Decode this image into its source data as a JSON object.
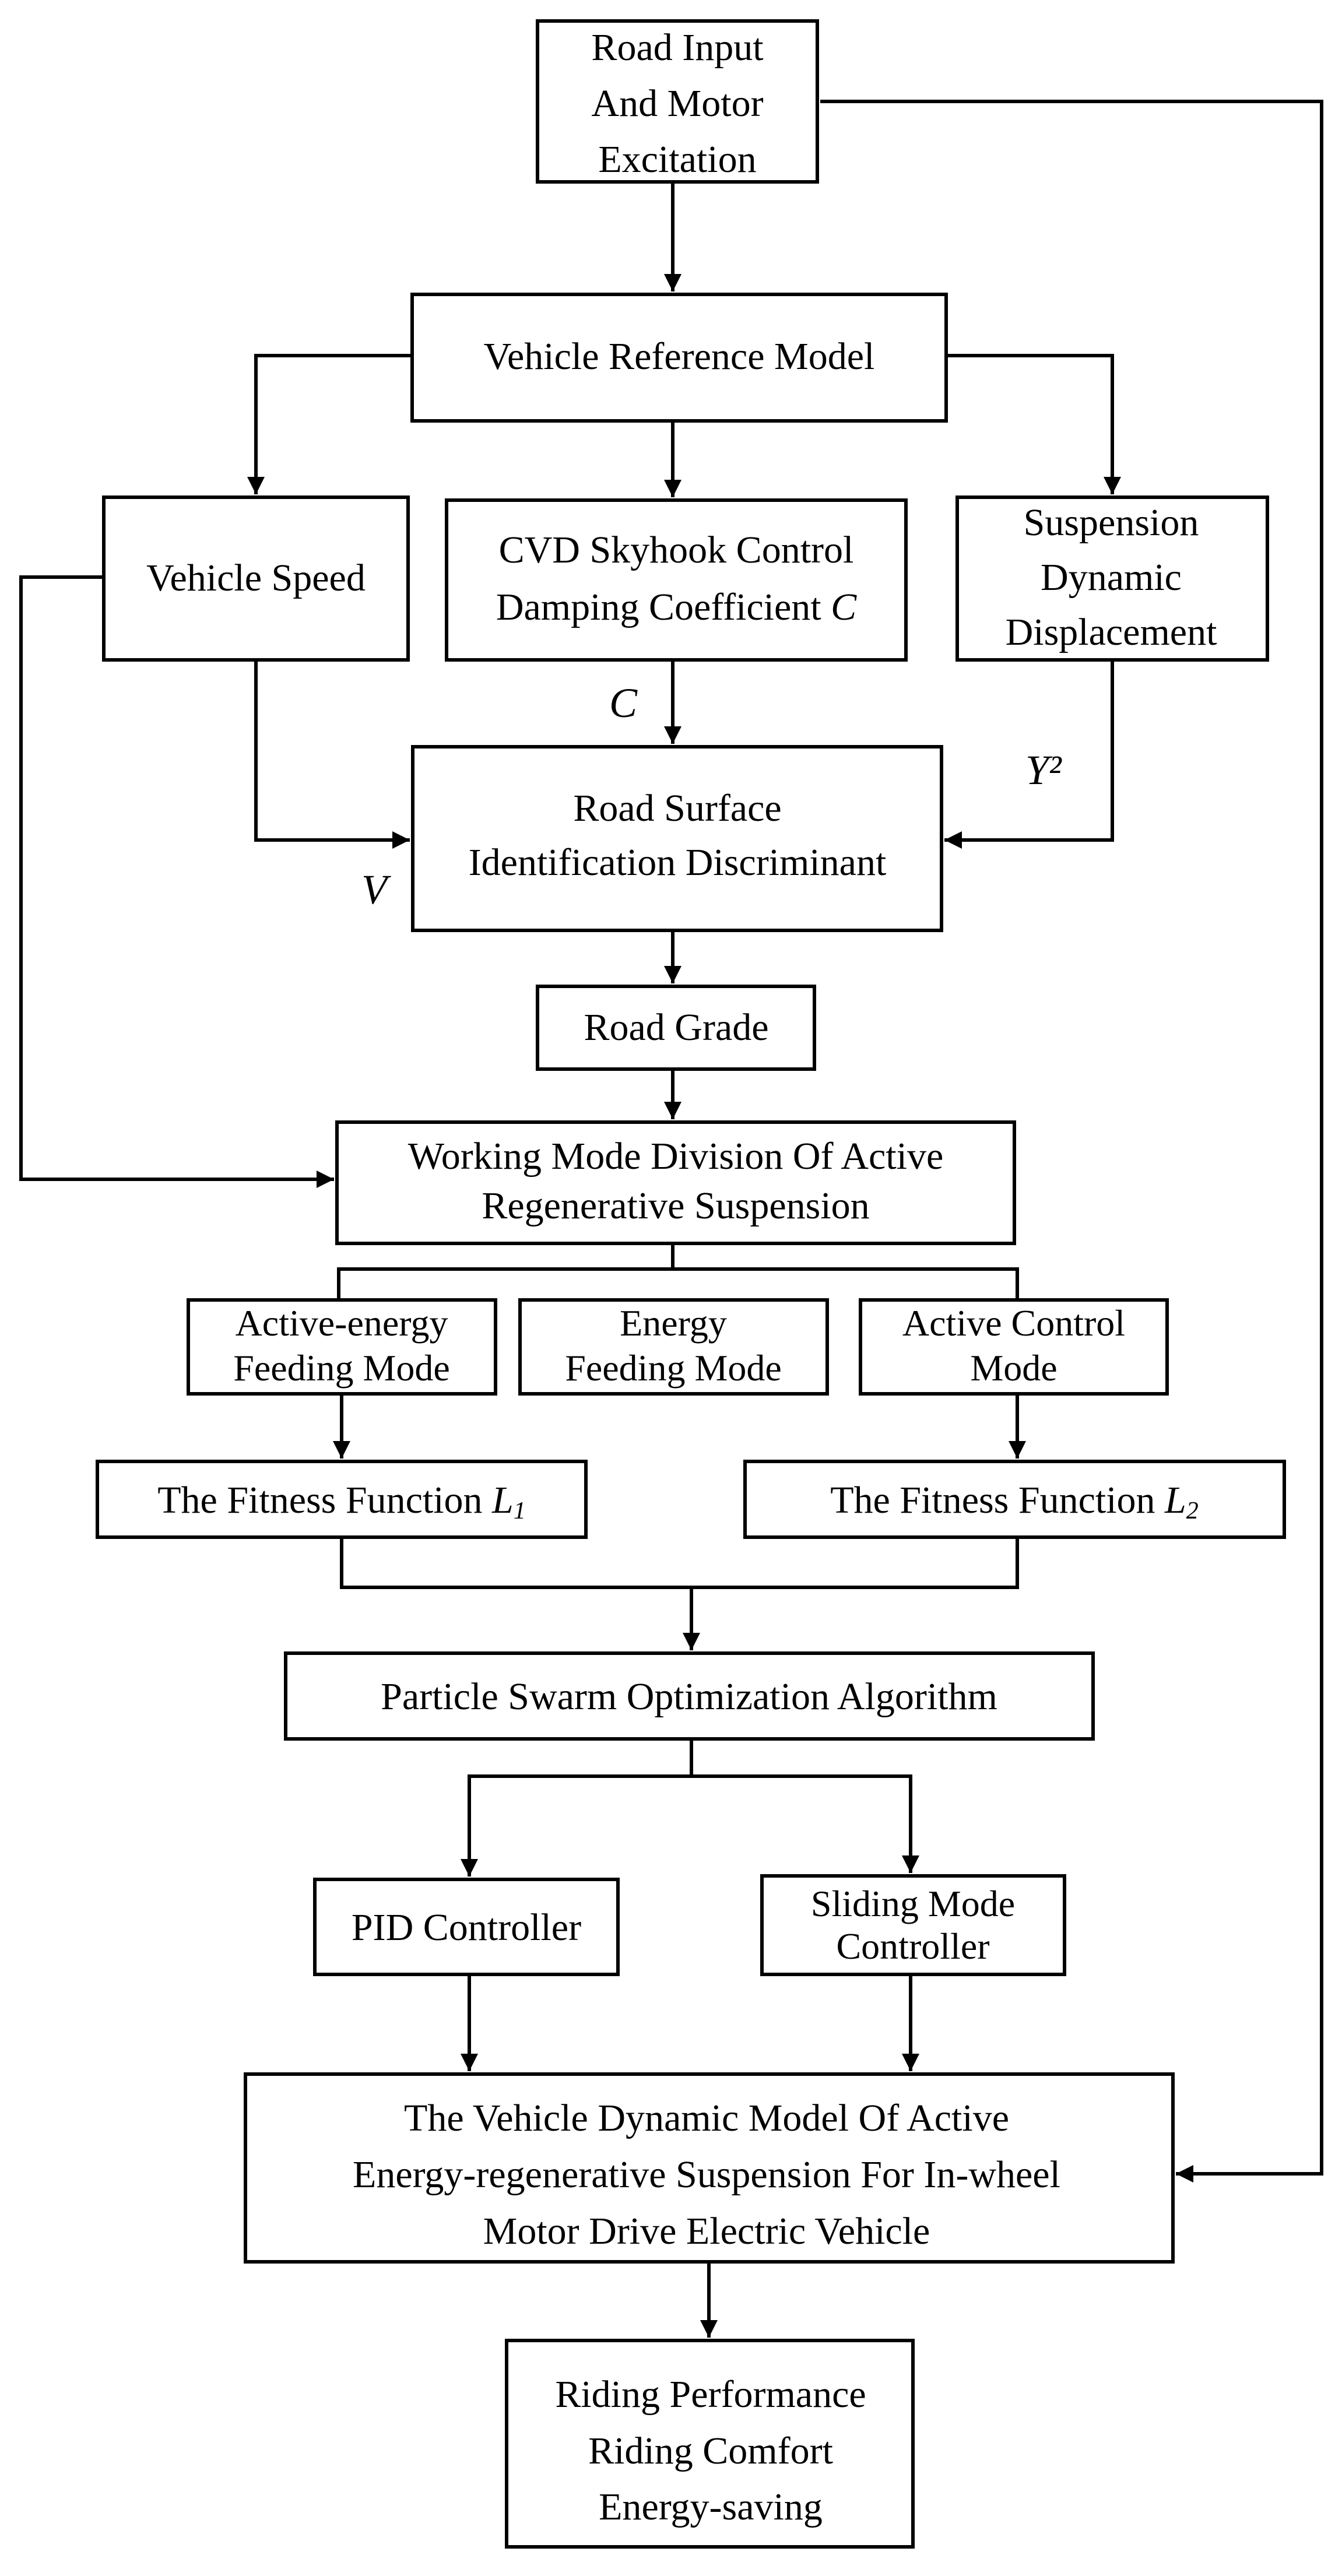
{
  "nodes": {
    "input": {
      "lines": [
        "Road Input",
        "And Motor",
        "Excitation"
      ]
    },
    "reference": {
      "lines": [
        "Vehicle Reference Model"
      ]
    },
    "speed": {
      "lines": [
        "Vehicle Speed"
      ]
    },
    "cvd": {
      "line1": "CVD Skyhook Control",
      "line2": "Damping Coefficient ",
      "line2_var": "C"
    },
    "suspension": {
      "lines": [
        "Suspension",
        "Dynamic",
        "Displacement"
      ]
    },
    "discriminant": {
      "lines": [
        "Road Surface",
        "Identification Discriminant"
      ]
    },
    "grade": {
      "lines": [
        "Road Grade"
      ]
    },
    "division": {
      "lines": [
        "Working Mode Division Of Active",
        "Regenerative Suspension"
      ]
    },
    "active_energy": {
      "lines": [
        "Active-energy",
        "Feeding Mode"
      ]
    },
    "energy": {
      "lines": [
        "Energy",
        "Feeding Mode"
      ]
    },
    "active_control": {
      "lines": [
        "Active Control",
        "Mode"
      ]
    },
    "fitness1": {
      "text": "The Fitness Function ",
      "var": "L",
      "sub": "1"
    },
    "fitness2": {
      "text": "The Fitness Function ",
      "var": "L",
      "sub": "2"
    },
    "pso": {
      "lines": [
        "Particle Swarm Optimization Algorithm"
      ]
    },
    "pid": {
      "lines": [
        "PID Controller"
      ]
    },
    "sliding": {
      "lines": [
        "Sliding Mode",
        "Controller"
      ]
    },
    "dynamic": {
      "lines": [
        "The Vehicle Dynamic Model Of Active",
        "Energy-regenerative Suspension For In-wheel",
        "Motor Drive Electric Vehicle"
      ]
    },
    "output": {
      "lines": [
        "Riding Performance",
        "Riding Comfort",
        "Energy-saving"
      ]
    }
  },
  "edge_labels": {
    "c": "C",
    "v": "V",
    "y": "Y²"
  },
  "colors": {
    "stroke": "#000000",
    "background": "#ffffff"
  }
}
